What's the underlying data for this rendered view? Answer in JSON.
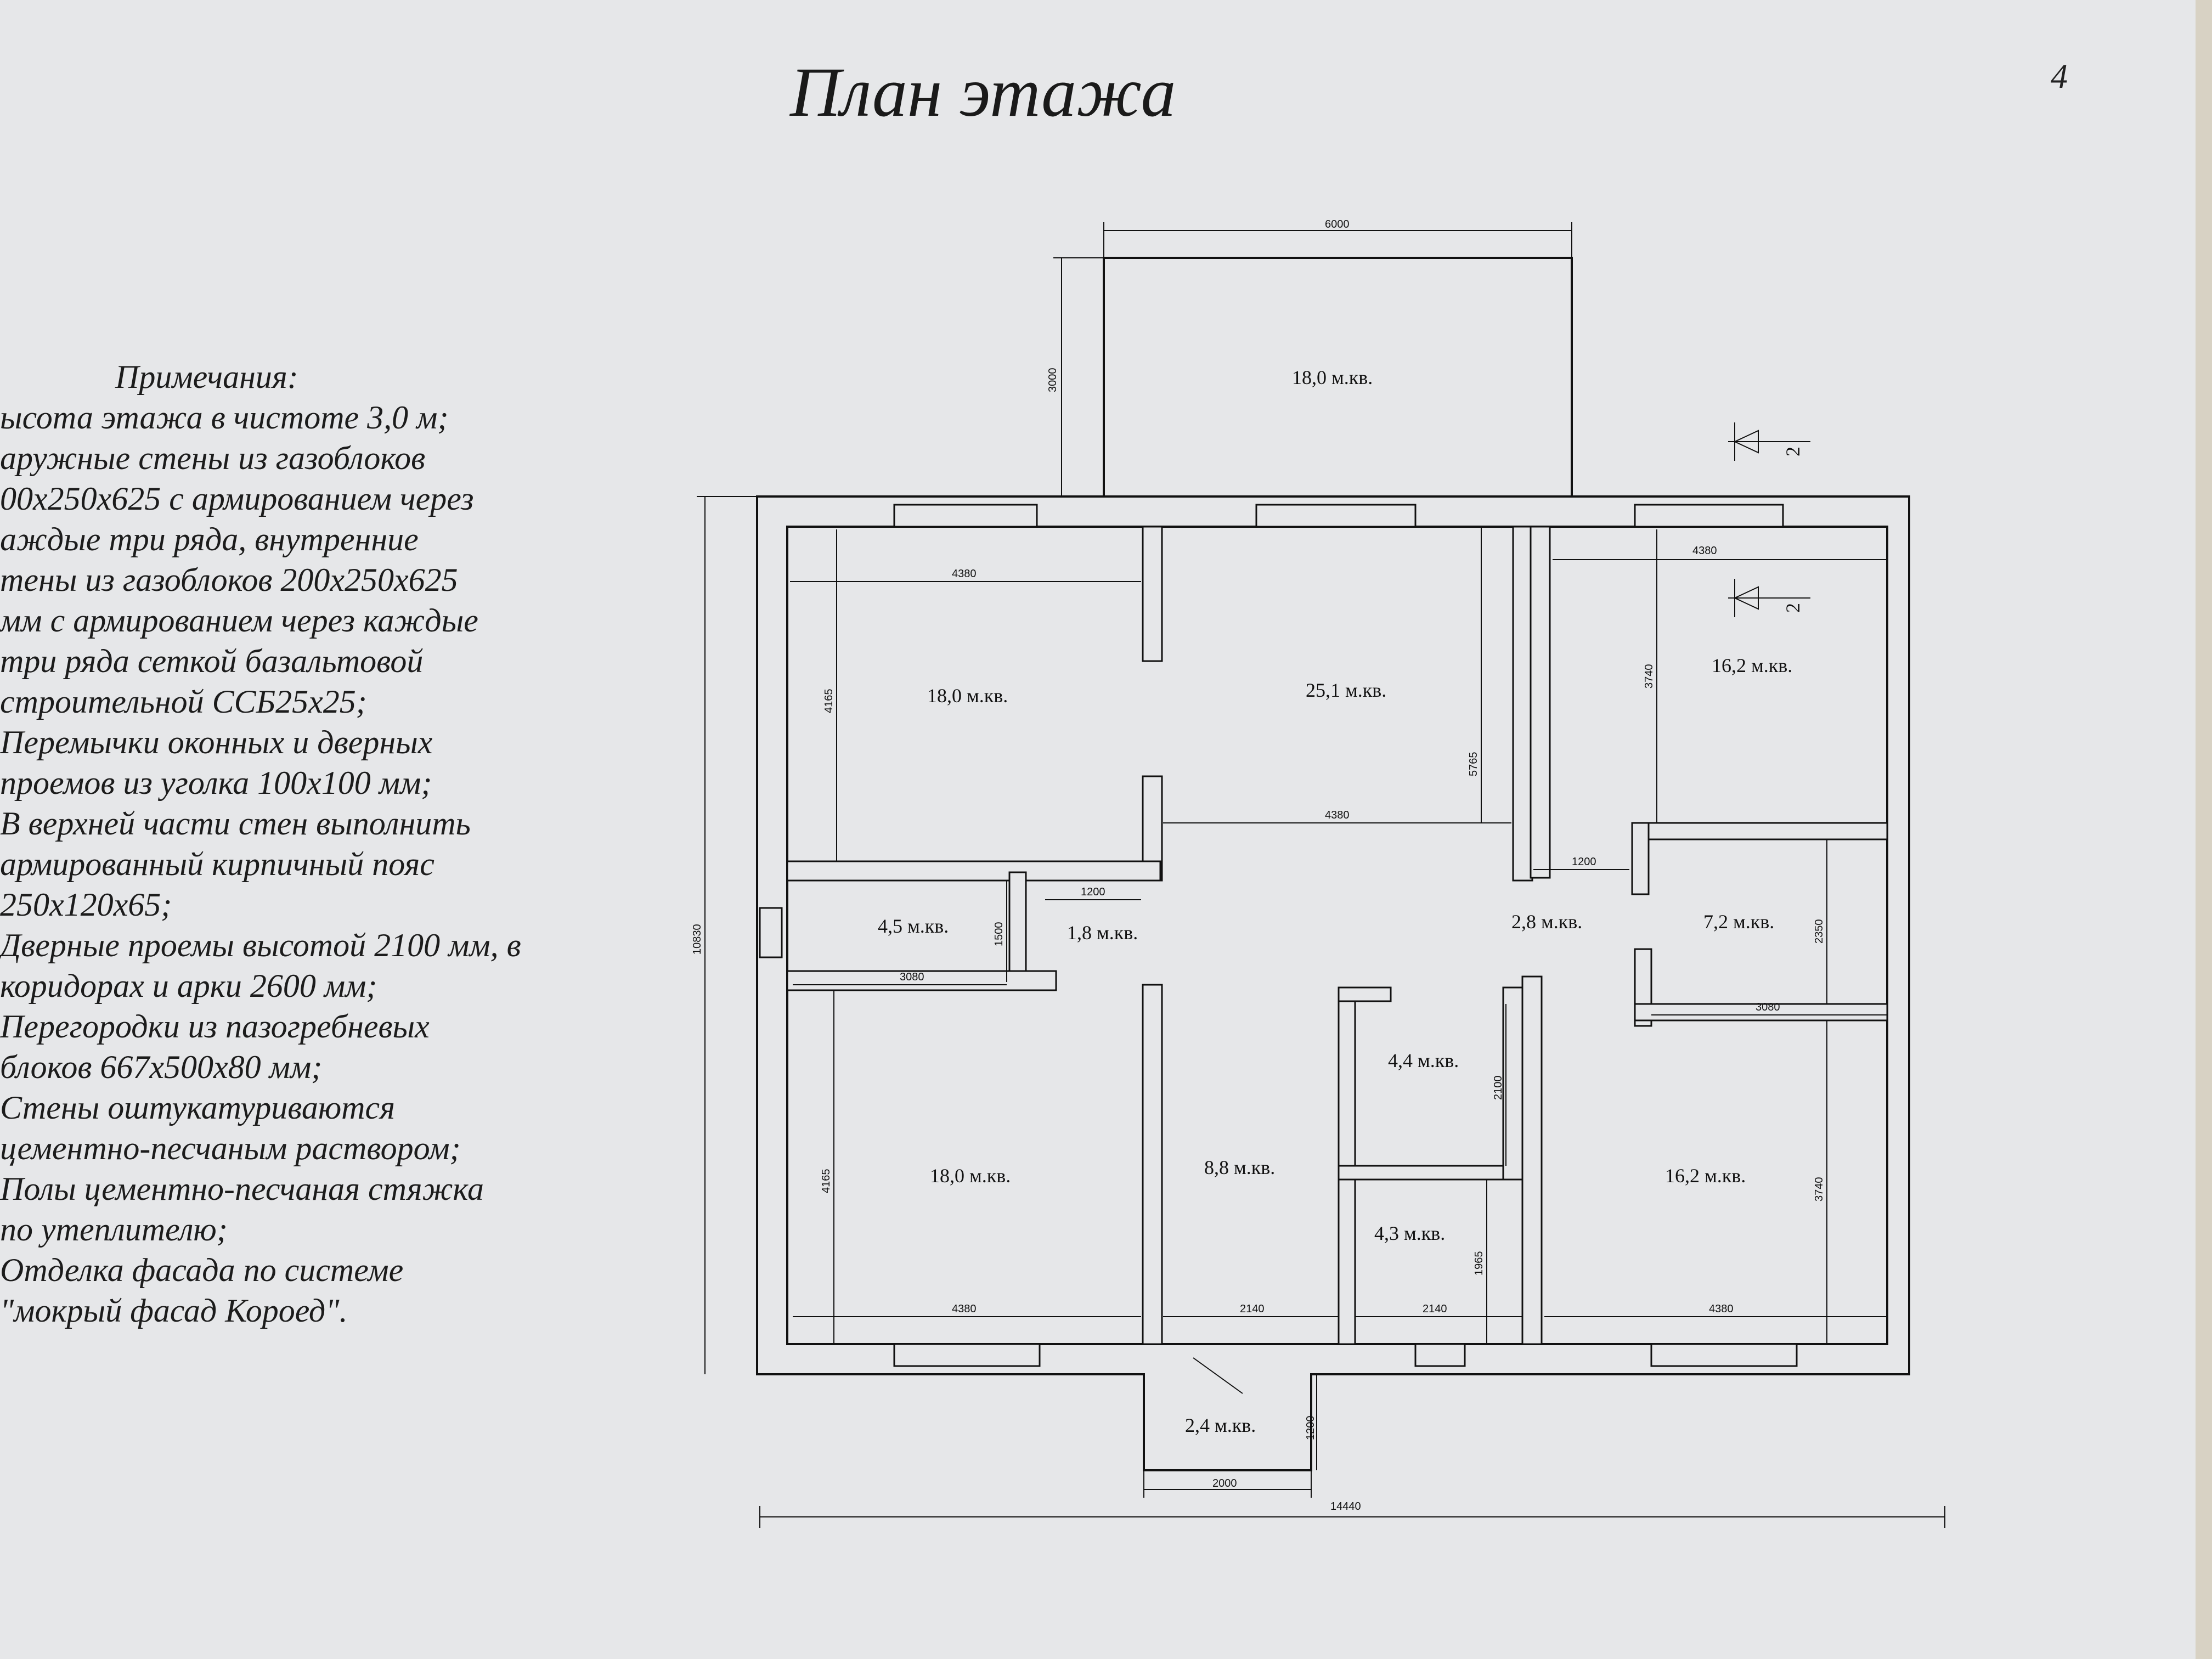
{
  "page_number": "4",
  "title": "План этажа",
  "notes": {
    "heading": "Примечания:",
    "lines": [
      "ысота этажа в чистоте 3,0 м;",
      "аружные стены из газоблоков",
      "00х250х625 с армированием через",
      "аждые три ряда, внутренние",
      "тены из газоблоков 200х250х625",
      "мм  с армированием через каждые",
      "три ряда сеткой базальтовой",
      "строительной ССБ25х25;",
      "Перемычки оконных и дверных",
      "проемов из уголка 100х100 мм;",
      "В верхней части стен выполнить",
      "армированный кирпичный пояс",
      " 250х120х65;",
      "Дверные проемы высотой 2100 мм, в",
      " коридорах и арки 2600 мм;",
      "Перегородки из пазогребневых",
      "блоков 667х500х80 мм;",
      "Стены оштукатуриваются",
      "цементно-песчаным раствором;",
      "Полы цементно-песчаная стяжка",
      "по утеплителю;",
      "Отделка фасада по системе",
      "\"мокрый фасад Короед\"."
    ]
  },
  "plan": {
    "rooms": {
      "terrace": "18,0 м.кв.",
      "bedroom_top_left": "18,0 м.кв.",
      "living": "25,1 м.кв.",
      "bedroom_top_right": "16,2 м.кв.",
      "storage_left": "4,5 м.кв.",
      "hall_small": "1,8 м.кв.",
      "hall_right": "2,8 м.кв.",
      "room_right_mid": "7,2 м.кв.",
      "bath_1": "4,4 м.кв.",
      "bedroom_bottom_left": "18,0 м.кв.",
      "corridor": "8,8 м.кв.",
      "bedroom_bottom_right": "16,2 м.кв.",
      "bath_2": "4,3 м.кв.",
      "porch": "2,4 м.кв."
    },
    "dimensions": {
      "terrace_width": "6000",
      "terrace_depth": "3000",
      "total_height": "10830",
      "total_width": "14440",
      "porch_width": "2000",
      "porch_depth": "1200",
      "tl_width": "4380",
      "tl_height": "4165",
      "living_width": "4380",
      "living_height": "5765",
      "tr_width": "4380",
      "tr_height": "3740",
      "storage_width": "3080",
      "storage_height": "1500",
      "hall_small_width": "1200",
      "hall_right_width": "1200",
      "rm_width": "3080",
      "rm_height": "2350",
      "bath1_height": "2100",
      "bath2_height": "1965",
      "bl_width": "4380",
      "bl_height": "4165",
      "corridor_bottom_width": "2140",
      "bath2_bottom_width": "2140",
      "br_width": "4380",
      "br_height": "3740"
    },
    "section_mark": "2"
  },
  "colors": {
    "paper": "#e6e7e9",
    "ink": "#111111"
  }
}
